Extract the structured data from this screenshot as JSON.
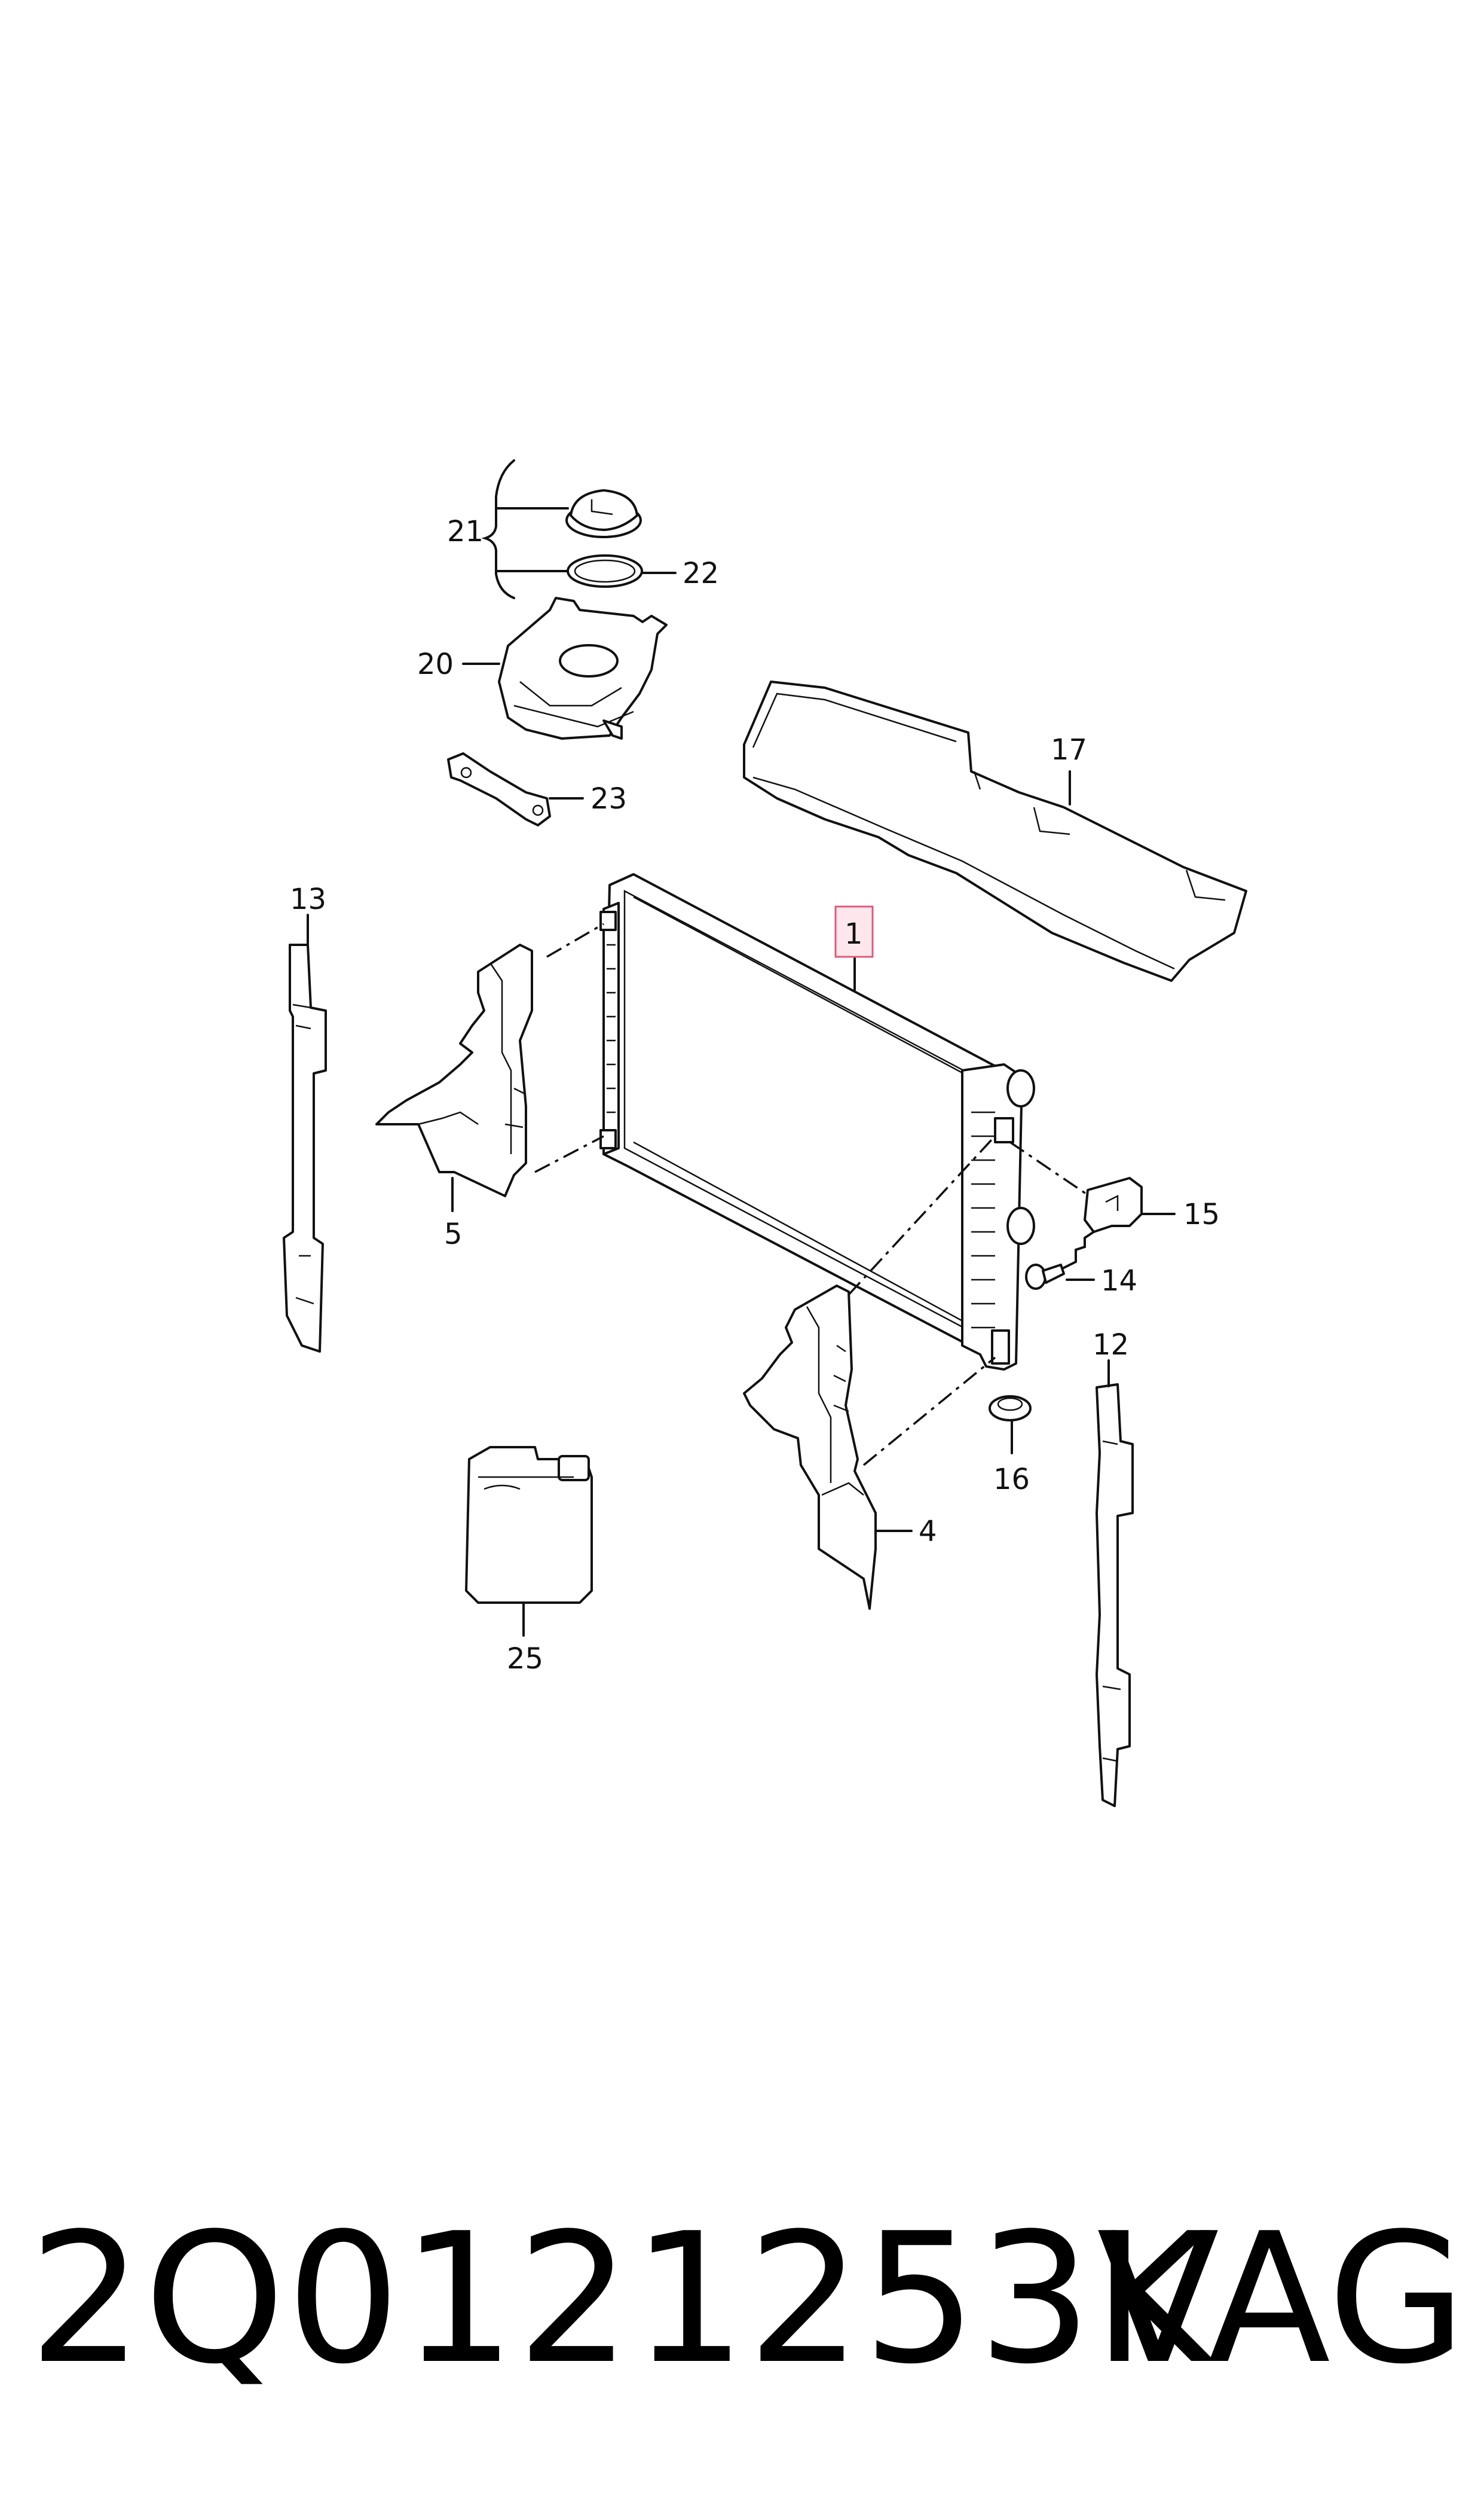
{
  "diagram": {
    "callouts": {
      "c1": "1",
      "c4": "4",
      "c5": "5",
      "c12": "12",
      "c13": "13",
      "c14": "14",
      "c15": "15",
      "c16": "16",
      "c17": "17",
      "c20": "20",
      "c21": "21",
      "c22": "22",
      "c23": "23",
      "c25": "25"
    },
    "highlighted_part": "1"
  },
  "footer": {
    "part_number": "2Q0121253K",
    "brand": "VAG"
  }
}
